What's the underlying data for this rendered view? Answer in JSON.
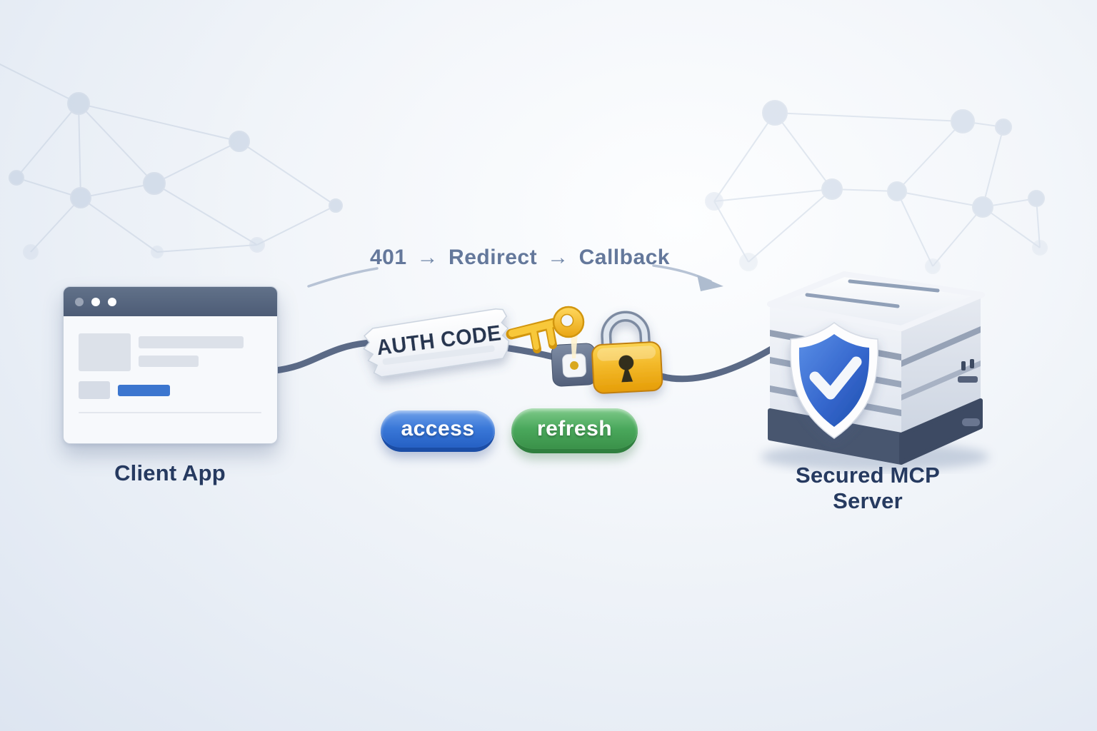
{
  "flow": {
    "steps": [
      "401",
      "Redirect",
      "Callback"
    ],
    "separator": "→"
  },
  "client_app": {
    "caption": "Client App"
  },
  "auth_ticket": {
    "label": "AUTH CODE"
  },
  "token_buttons": {
    "access": "access",
    "refresh": "refresh"
  },
  "server": {
    "caption": "Secured MCP Server"
  },
  "colors": {
    "background_center": "#fdfeff",
    "background_edge": "#dde5f1",
    "flow_text": "#64789b",
    "caption_text": "#263a60",
    "cable": "#5b6a86",
    "titlebar": "#55647e",
    "access_button": "#2e6ad0",
    "refresh_button": "#44a056",
    "ticket_text": "#27354f",
    "key_gold": "#f3b92a",
    "lock_gold": "#eeb11d",
    "shield_blue": "#3567cd",
    "server_base": "#43506a"
  }
}
